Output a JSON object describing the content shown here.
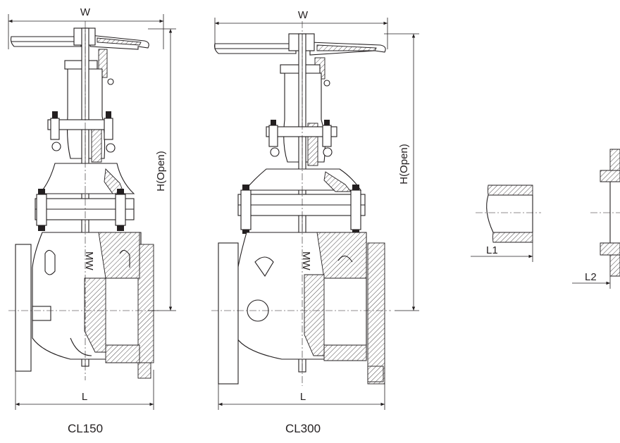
{
  "views": [
    {
      "caption": "CL150",
      "width_label": "W",
      "length_label": "L",
      "height_label": "H(Open)"
    },
    {
      "caption": "CL300",
      "width_label": "W",
      "length_label": "L",
      "height_label": "H(Open)"
    }
  ],
  "details": [
    {
      "label": "L1"
    },
    {
      "label": "L2"
    }
  ]
}
